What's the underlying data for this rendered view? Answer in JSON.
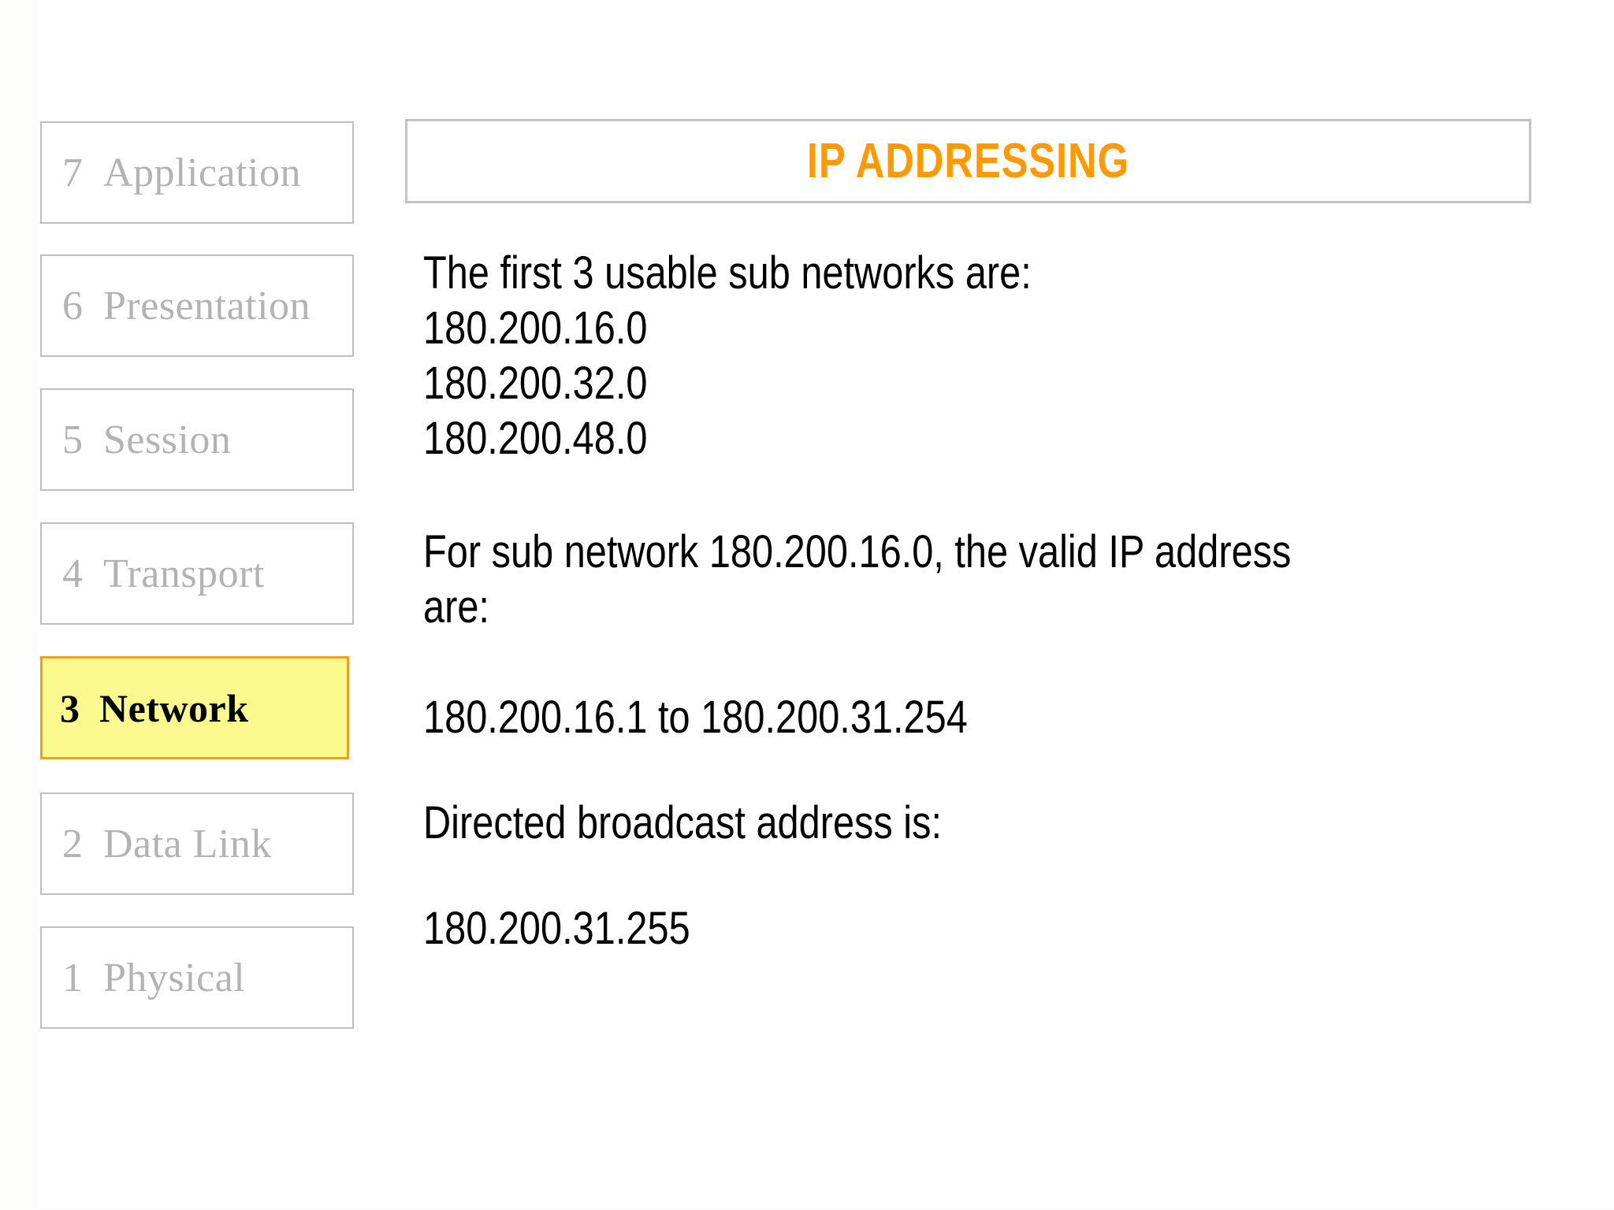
{
  "slide": {
    "title": "IP ADDRESSING",
    "title_color": "#ff9900",
    "background_color": "#ffffff"
  },
  "osi_stack": {
    "active_layer_number": "3",
    "active_layer_label": "Network",
    "active_fill_color": "#fcf98f",
    "active_border_color": "#eda01e",
    "inactive_text_color": "#b3b3b3",
    "inactive_border_color": "#bfbfbf",
    "layers": [
      {
        "number": "7",
        "label": "Application",
        "active": false
      },
      {
        "number": "6",
        "label": "Presentation",
        "active": false
      },
      {
        "number": "5",
        "label": "Session",
        "active": false
      },
      {
        "number": "4",
        "label": "Transport",
        "active": false
      },
      {
        "number": "3",
        "label": "Network",
        "active": true
      },
      {
        "number": "2",
        "label": "Data Link",
        "active": false
      },
      {
        "number": "1",
        "label": "Physical",
        "active": false
      }
    ]
  },
  "content": {
    "block1": {
      "heading": "The first 3 usable sub networks are:",
      "line1": "180.200.16.0",
      "line2": "180.200.32.0",
      "line3": "180.200.48.0"
    },
    "block2": {
      "line1": "For sub network 180.200.16.0, the valid IP address",
      "line2": "are:"
    },
    "block3": {
      "line1": "180.200.16.1 to 180.200.31.254"
    },
    "block4": {
      "line1": "Directed broadcast address is:"
    },
    "block5": {
      "line1": "180.200.31.255"
    }
  }
}
